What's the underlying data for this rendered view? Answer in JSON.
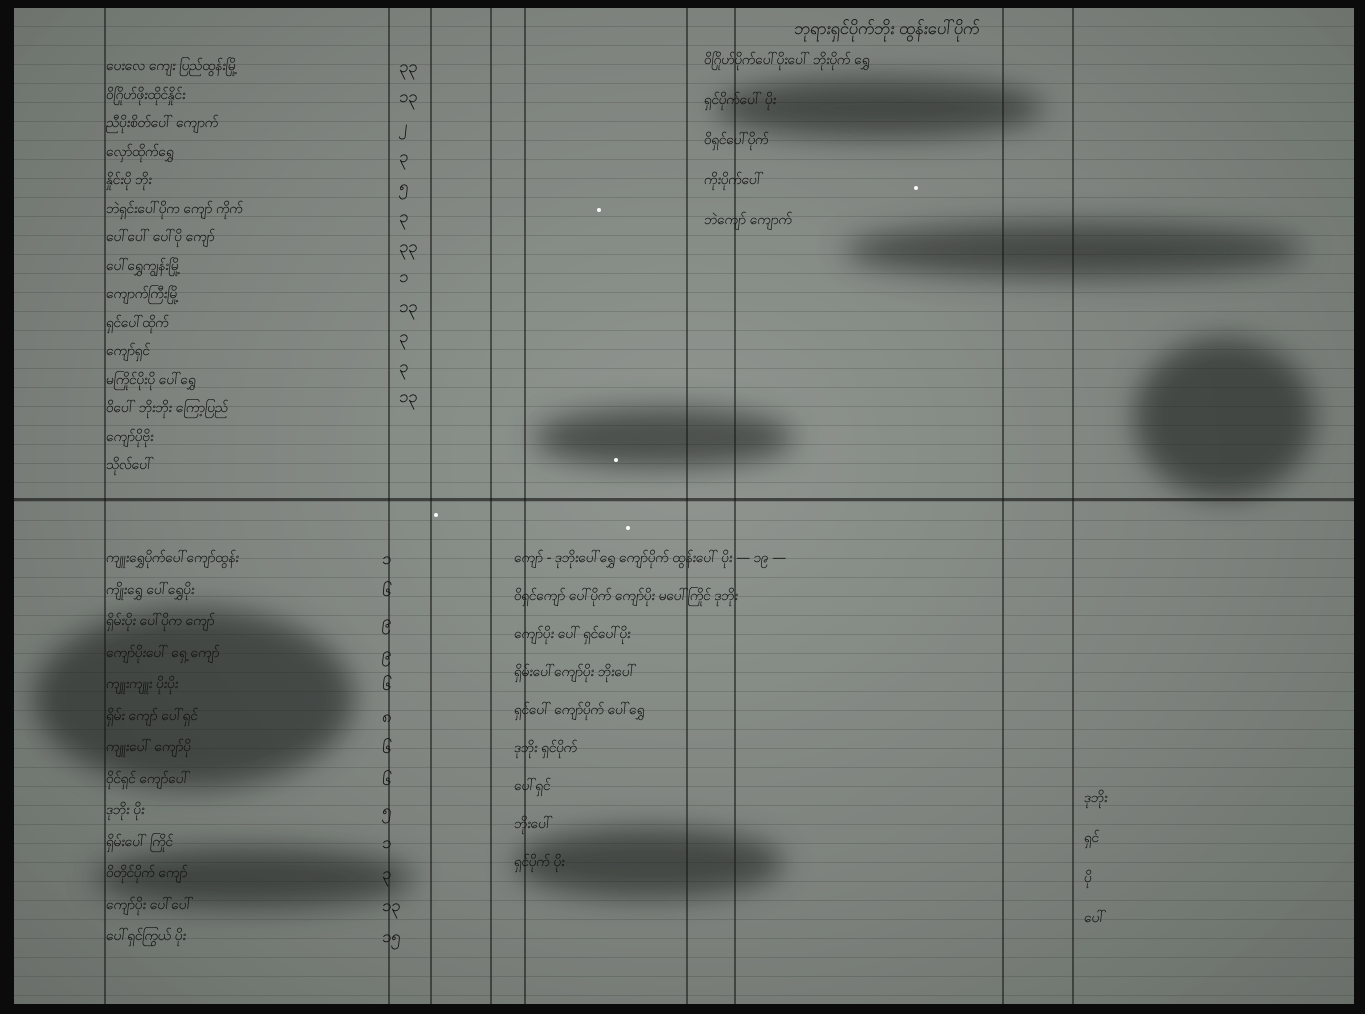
{
  "document": {
    "kind": "handwritten ledger (Burmese script)",
    "layout": "two ruled panels, left columns with names and numerals, right columns with notes"
  },
  "left_top_rows": [
    "ပေးလေ ကျေး ပြည်ထွန်းမြို့",
    "ဝိဂြိုဟ်ဖိုးထိုင်နှိုင်း",
    "ညီပိုးစိတ်ပေါ် ကျောက်",
    "လှော်ထိုက်ရွှေ",
    "နှိုင်းပို ဘိုး",
    "ဘဲရှင်းပေါ်ပိုက ကျော် ကိုက်",
    "ပေါ်ပေါ် ပေါ်ပို ကျော်",
    "ပေါ်ရွှေကျွန်းမြို့",
    "ကျောက်ကြီးမြို့",
    "ရှင်ပေါ်ထိုက်",
    "ကျော်ရှင်",
    "မကြိုင်ပိုးပို ပေါ်ရွှေ",
    "ဝိပေါ် ဘိုးဘိုး ကြော့ပြည်",
    "ကျော်ပိုဗိုး",
    "သိုလ်ပေါ်"
  ],
  "left_bottom_rows": [
    "ကျူးရွှေပိုက်ပေါ်ကျော်ထွန်း",
    "ကျိုးရွှေ ပေါ်ရွှေပိုး",
    "ရှိမ်းပိုး ပေါ်ပိုက ကျော်",
    "ကျော်ပိုးပေါ် ရှေ့ ကျော်",
    "ကျူးကျူး ပိုးပိုး",
    "ရှိမ်း ကျော် ပေါ်ရှင်",
    "ကျူးပေါ် ကျော်ပို",
    "ဝိုင်ရှင် ကျော်ပေါ်",
    "ဒုဘိုး ပိုး",
    "ရှိမ်းပေါ် ကြိုင်",
    "ဝိတိုင်ပိုက် ကျော်",
    "ကျော်ပိုး ပေါ်ပေါ်",
    "ပေါ်ရှင်ကြွယ် ပိုး"
  ],
  "numeral_cols_top": [
    "၃၃",
    "၁၃",
    "၂",
    "၃",
    "၅",
    "၃",
    "၃၃",
    "၁",
    "၁၃",
    "၃",
    "၃",
    "၁၃"
  ],
  "numeral_cols_bottom": [
    "၁",
    "၆",
    "၉",
    "၉",
    "၆",
    "၈",
    "၆",
    "၆",
    "၅",
    "၁",
    "၃",
    "၁၃",
    "၁၅"
  ],
  "right_top_heading": "ဘုရားရှင်ပိုက်ဘိုး ထွန်းပေါ်ပိုက်",
  "right_top_lines": [
    "ဝိဂြိုဟ်ပိုက်ပေါ်ပိုးပေါ် ဘိုးပိုက် ရွှေ",
    "ရှင်ပိုက်ပေါ် ပိုး",
    "ဝိရှင်ပေါ်ပိုက်",
    "ကိုးပိုက်ပေါ်",
    "ဘဲကျော် ကျောက်"
  ],
  "right_bottom_lines": [
    "ကျော် - ဒုဘိုးပေါ်ရွှေ ကျော်ပိုက် ထွန်းပေါ် ပိုး — ၁၉ —",
    "ဝိရှင်ကျော် ပေါ်ပိုက် ကျော်ပိုး မပေါ်ကြိုင် ဒုဘိုး",
    "ကျော်ပိုး ပေါ် ရှင်ပေါ်ပိုး",
    "ရှိမ်းပေါ်ကျော်ပိုး ဘိုးပေါ်",
    "ရှင်ပေါ် ကျော်ပိုက် ပေါ်ရွှေ",
    "ဒုဘိုး ရှင်ပိုက်",
    "ပေါ်ရှင်",
    "ဘိုးပေါ်",
    "ရှင်ပိုက် ပိုး"
  ],
  "margin_notes": [
    "ဒုဘိုး",
    "ရှင်",
    "ပို",
    "ပေါ်"
  ]
}
